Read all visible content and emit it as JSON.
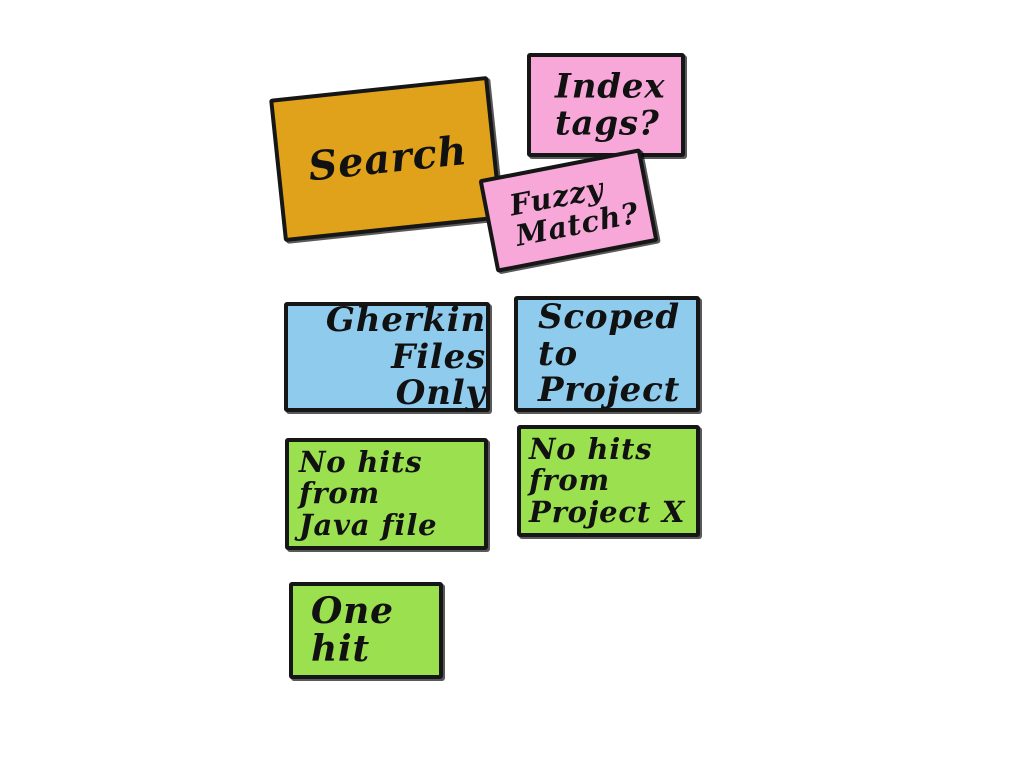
{
  "board": {
    "cards": {
      "search": {
        "text": "Search",
        "color": "#e0a21a"
      },
      "index_tags": {
        "text": "Index\ntags?",
        "color": "#f7a8d8"
      },
      "fuzzy_match": {
        "text": "Fuzzy\nMatch?",
        "color": "#f7a8d8"
      },
      "gherkin_files_only": {
        "text": "Gherkin\nFiles Only",
        "color": "#8ecbed"
      },
      "scoped_to_project": {
        "text": "Scoped to\nProject",
        "color": "#8ecbed"
      },
      "no_hits_from_java_file": {
        "text": "No hits from\nJava file",
        "color": "#9be04f"
      },
      "no_hits_from_project_x": {
        "text": "No hits from\nProject X",
        "color": "#9be04f"
      },
      "one_hit": {
        "text": "One\nhit",
        "color": "#9be04f"
      }
    }
  }
}
